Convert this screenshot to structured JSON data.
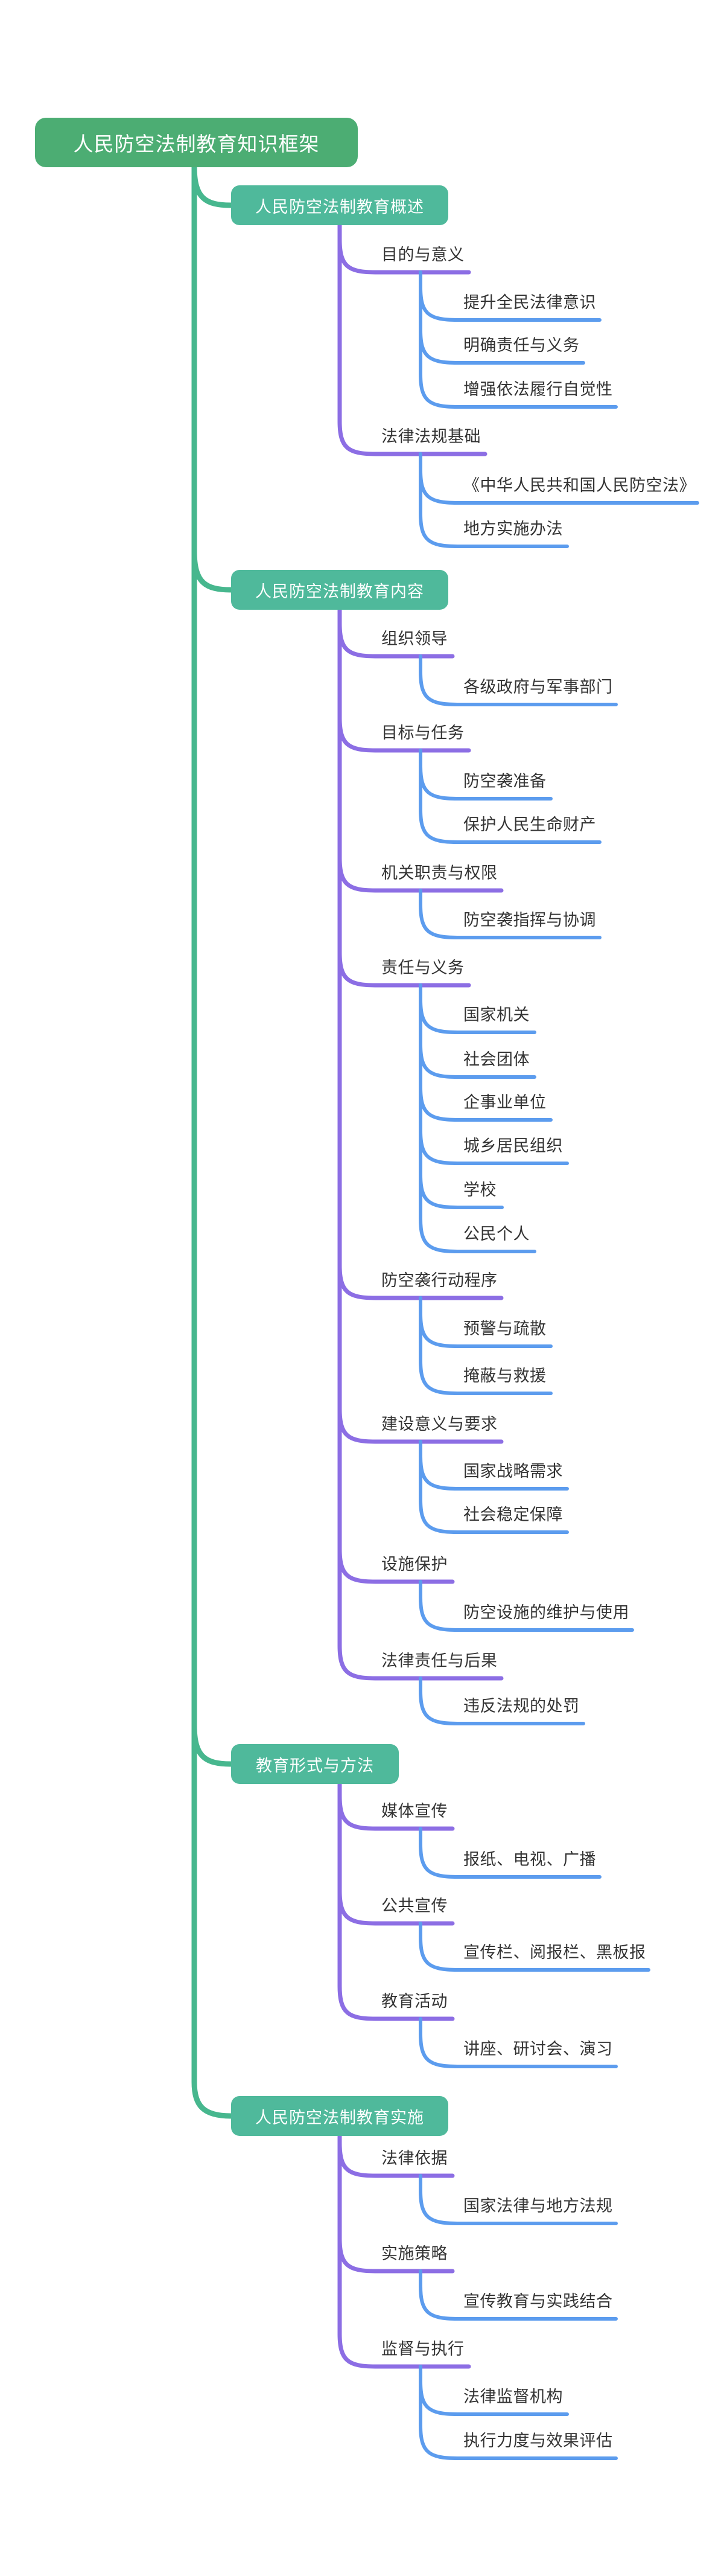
{
  "root": {
    "label": "人民防空法制教育知识框架"
  },
  "branches": [
    {
      "label": "人民防空法制教育概述",
      "children": [
        {
          "label": "目的与意义",
          "children": [
            "提升全民法律意识",
            "明确责任与义务",
            "增强依法履行自觉性"
          ]
        },
        {
          "label": "法律法规基础",
          "children": [
            "《中华人民共和国人民防空法》",
            "地方实施办法"
          ]
        }
      ]
    },
    {
      "label": "人民防空法制教育内容",
      "children": [
        {
          "label": "组织领导",
          "children": [
            "各级政府与军事部门"
          ]
        },
        {
          "label": "目标与任务",
          "children": [
            "防空袭准备",
            "保护人民生命财产"
          ]
        },
        {
          "label": "机关职责与权限",
          "children": [
            "防空袭指挥与协调"
          ]
        },
        {
          "label": "责任与义务",
          "children": [
            "国家机关",
            "社会团体",
            "企事业单位",
            "城乡居民组织",
            "学校",
            "公民个人"
          ]
        },
        {
          "label": "防空袭行动程序",
          "children": [
            "预警与疏散",
            "掩蔽与救援"
          ]
        },
        {
          "label": "建设意义与要求",
          "children": [
            "国家战略需求",
            "社会稳定保障"
          ]
        },
        {
          "label": "设施保护",
          "children": [
            "防空设施的维护与使用"
          ]
        },
        {
          "label": "法律责任与后果",
          "children": [
            "违反法规的处罚"
          ]
        }
      ]
    },
    {
      "label": "教育形式与方法",
      "children": [
        {
          "label": "媒体宣传",
          "children": [
            "报纸、电视、广播"
          ]
        },
        {
          "label": "公共宣传",
          "children": [
            "宣传栏、阅报栏、黑板报"
          ]
        },
        {
          "label": "教育活动",
          "children": [
            "讲座、研讨会、演习"
          ]
        }
      ]
    },
    {
      "label": "人民防空法制教育实施",
      "children": [
        {
          "label": "法律依据",
          "children": [
            "国家法律与地方法规"
          ]
        },
        {
          "label": "实施策略",
          "children": [
            "宣传教育与实践结合"
          ]
        },
        {
          "label": "监督与执行",
          "children": [
            "法律监督机构",
            "执行力度与效果评估"
          ]
        }
      ]
    }
  ],
  "colors": {
    "root_green": "#4CAD73",
    "branch_teal": "#4FB99B",
    "trunk_green": "#47B78E",
    "topic_purple": "#8C6EE4",
    "subtopic_blue": "#5C9CEE",
    "label_text": "#333333",
    "background": "#FFFFFF"
  }
}
